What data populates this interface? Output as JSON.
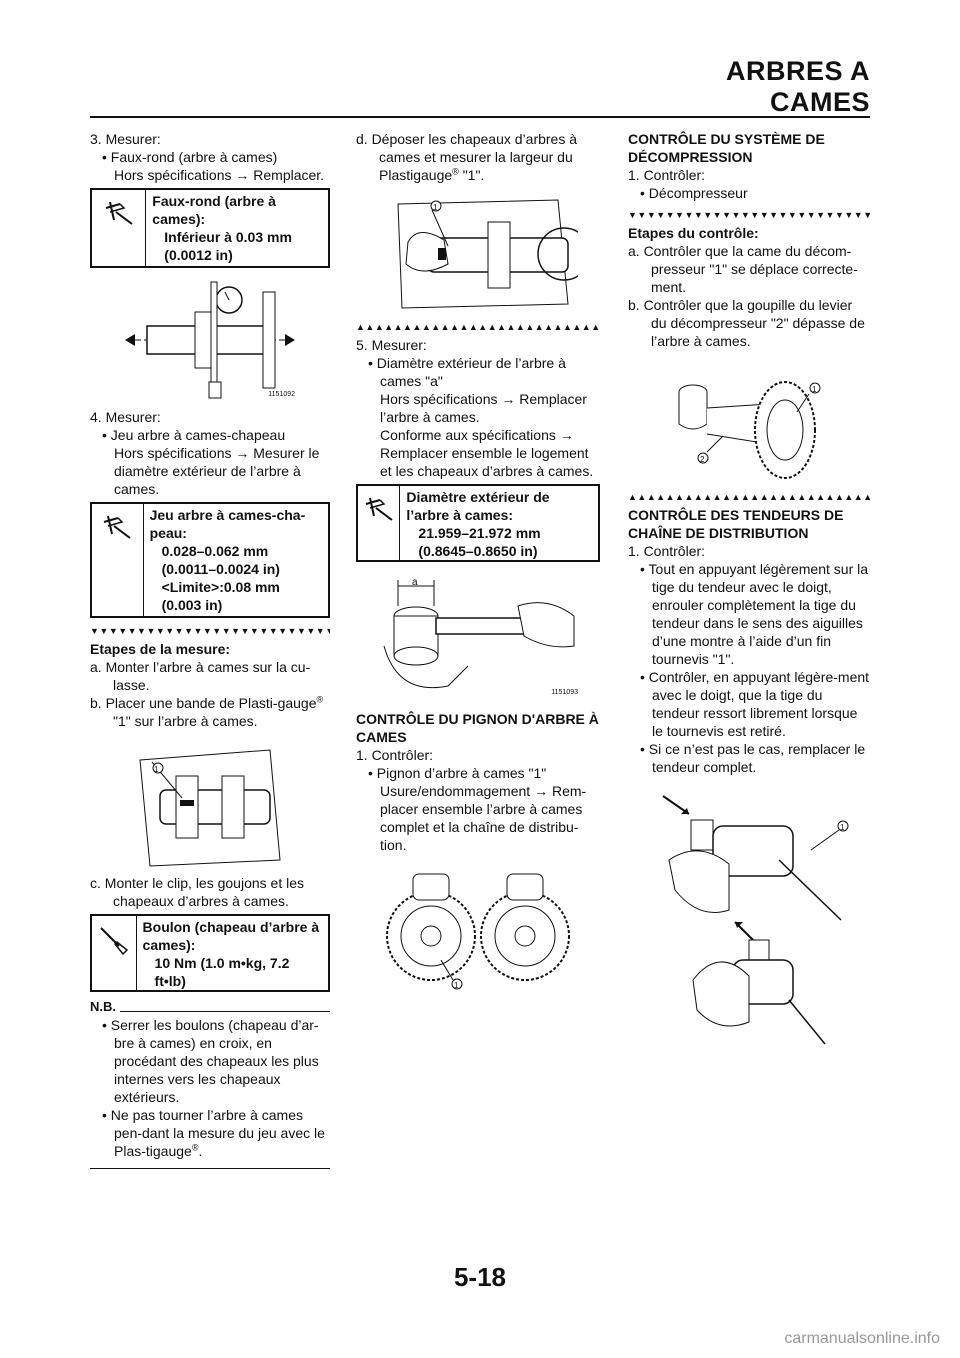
{
  "header": {
    "title": "ARBRES A CAMES"
  },
  "page_number": "5-18",
  "watermark": "carmanualsonline.info",
  "col1": {
    "s3_title": "3.  Mesurer:",
    "s3_bullet": "•  Faux-rond (arbre à cames)",
    "s3_out": "Hors spécifications → Remplacer.",
    "spec1": {
      "label": "Faux-rond (arbre à cames):",
      "v1": "Inférieur à 0.03 mm",
      "v2": "(0.0012 in)"
    },
    "fig1_code": "1151092",
    "s4_title": "4.  Mesurer:",
    "s4_bullet": "•  Jeu arbre à cames-chapeau",
    "s4_out": "Hors spécifications → Mesurer le diamètre extérieur de l’arbre à cames.",
    "spec2": {
      "label": "Jeu arbre à cames-cha-peau:",
      "v1": "0.028–0.062 mm",
      "v2": "(0.0011–0.0024 in)",
      "v3": "<Limite>:0.08 mm",
      "v4": "(0.003 in)"
    },
    "triangles_down": "▼▼▼▼▼▼▼▼▼▼▼▼▼▼▼▼▼▼▼▼▼▼▼▼▼▼▼",
    "steps_title": "Etapes de la mesure:",
    "step_a": "a.  Monter l’arbre à cames sur la cu-lasse.",
    "step_b_pre": "b.  Placer une bande de Plasti-gauge",
    "step_b_post": " \"1\" sur l’arbre à cames.",
    "reg": "®",
    "fig2_label": "1",
    "step_c": "c.  Monter le clip, les goujons et les chapeaux d’arbres à cames.",
    "spec3": {
      "label": "Boulon (chapeau d’arbre à cames):",
      "v1": "10 Nm (1.0 m•kg, 7.2 ft•lb)"
    },
    "nb_title": "N.B.",
    "nb1": "•  Serrer les boulons (chapeau d’ar-bre à cames) en croix, en procédant des chapeaux les plus internes vers les chapeaux extérieurs.",
    "nb2_pre": "•  Ne pas tourner l’arbre à cames pen-dant la mesure du jeu avec le Plas-tigauge",
    "nb2_post": "."
  },
  "col2": {
    "step_d_pre": "d.  Déposer les chapeaux d’arbres à cames et mesurer la largeur du Plastigauge",
    "step_d_post": " \"1\".",
    "fig3_label": "1",
    "triangles_up": "▲▲▲▲▲▲▲▲▲▲▲▲▲▲▲▲▲▲▲▲▲▲▲▲▲▲▲",
    "s5_title": "5.  Mesurer:",
    "s5_bullet": "•  Diamètre extérieur de l’arbre à cames \"a\"",
    "s5_out1": "Hors spécifications → Remplacer l’arbre à cames.",
    "s5_out2": "Conforme aux spécifications → Remplacer ensemble le logement et les chapeaux d’arbres à cames.",
    "spec4": {
      "label": "Diamètre extérieur de l’arbre à cames:",
      "v1": "21.959–21.972 mm",
      "v2": "(0.8645–0.8650 in)"
    },
    "fig4_label": "a",
    "fig4_code": "1151093",
    "sec_title": "CONTRÔLE DU PIGNON D'ARBRE À CAMES",
    "c1_title": "1.  Contrôler:",
    "c1_bullet": "•  Pignon d’arbre à cames \"1\"",
    "c1_out": "Usure/endommagement → Rem-placer ensemble l’arbre à cames complet et la chaîne de distribu-tion.",
    "fig5_label": "1"
  },
  "col3": {
    "sec1_title": "CONTRÔLE DU SYSTÈME DE DÉCOMPRESSION",
    "c1_title": "1.  Contrôler:",
    "c1_bullet": "•  Décompresseur",
    "triangles_down": "▼▼▼▼▼▼▼▼▼▼▼▼▼▼▼▼▼▼▼▼▼▼▼▼▼▼▼",
    "steps_title": "Etapes du contrôle:",
    "step_a": "a.  Contrôler que la came du décom-presseur \"1\" se déplace correcte-ment.",
    "step_b": "b.  Contrôler que la goupille du levier du décompresseur \"2\" dépasse de l’arbre à cames.",
    "fig6_l1": "1",
    "fig6_l2": "2",
    "triangles_up": "▲▲▲▲▲▲▲▲▲▲▲▲▲▲▲▲▲▲▲▲▲▲▲▲▲▲▲",
    "sec2_title": "CONTRÔLE DES TENDEURS DE CHAÎNE DE DISTRIBUTION",
    "c2_title": "1.  Contrôler:",
    "b1": "•  Tout en appuyant légèrement sur la tige du tendeur avec le doigt, enrouler complètement la tige du tendeur dans le sens des aiguilles d’une montre à l’aide d’un fin tournevis \"1\".",
    "b2": "•  Contrôler, en appuyant légère-ment avec le doigt, que la tige du tendeur ressort librement lorsque le tournevis est retiré.",
    "b3": "•  Si ce n’est pas le cas, remplacer le tendeur complet.",
    "fig7_label": "1"
  }
}
